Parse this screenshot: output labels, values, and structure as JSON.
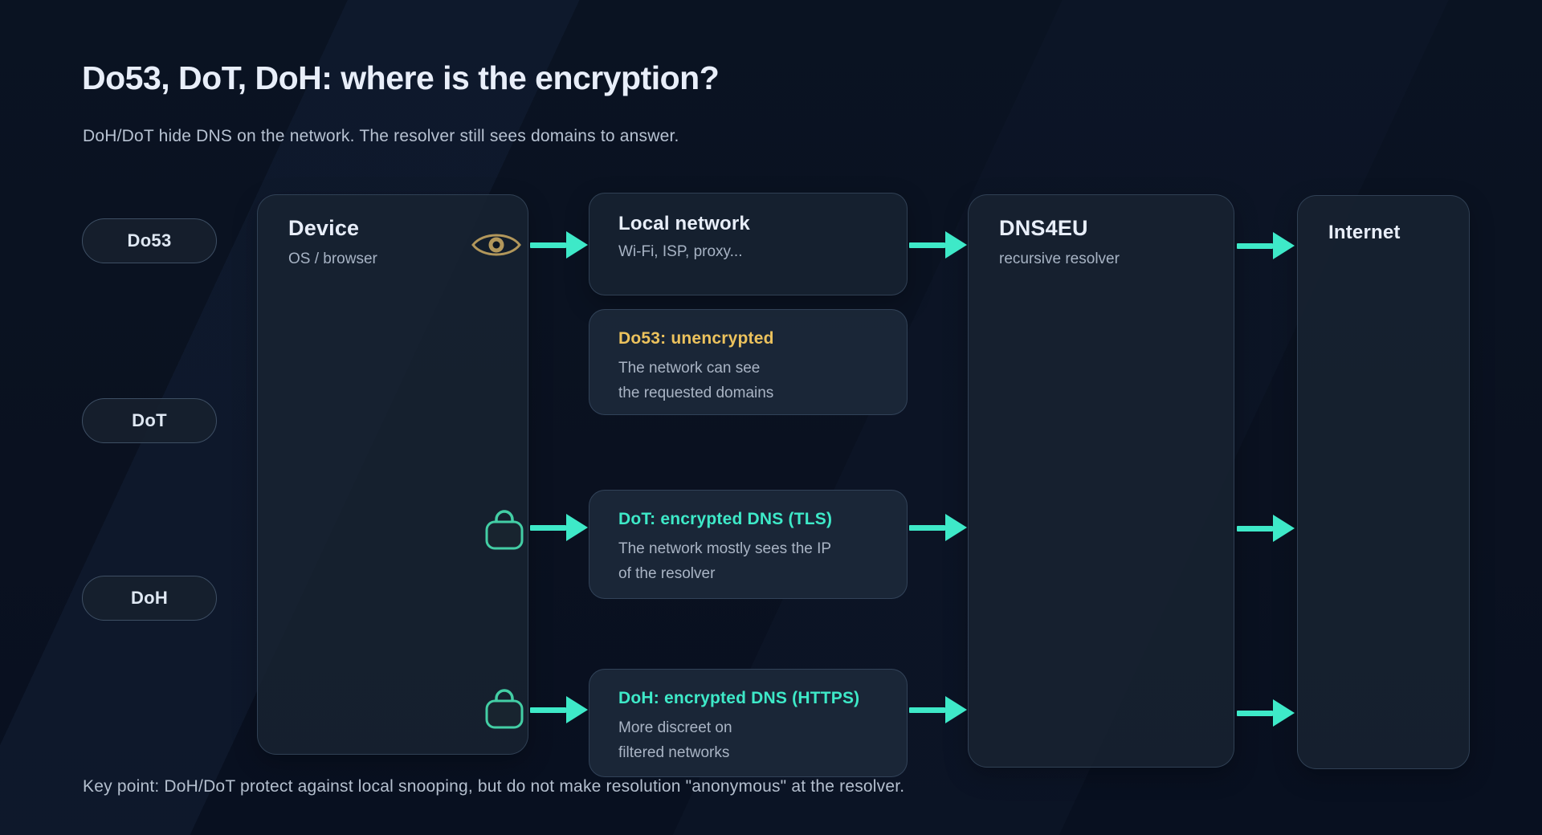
{
  "header": {
    "title": "Do53, DoT, DoH: where is the encryption?",
    "subtitle": "DoH/DoT hide DNS on the network. The resolver still sees domains to answer."
  },
  "legend_pills": [
    {
      "label": "Do53"
    },
    {
      "label": "DoT"
    },
    {
      "label": "DoH"
    }
  ],
  "nodes": {
    "device": {
      "title": "Device",
      "subtitle": "OS / browser"
    },
    "local_network": {
      "title": "Local network",
      "subtitle": "Wi-Fi, ISP, proxy..."
    },
    "resolver": {
      "title": "DNS4EU",
      "subtitle": "recursive resolver"
    },
    "internet": {
      "title": "Internet"
    }
  },
  "flow_cards": [
    {
      "title": "Do53: unencrypted",
      "line1": "The network can see",
      "line2": "the requested domains",
      "title_color": "#ECC25D"
    },
    {
      "title": "DoT: encrypted DNS (TLS)",
      "line1": "The network mostly sees the IP",
      "line2": "of the resolver",
      "title_color": "#3EE9C8"
    },
    {
      "title": "DoH: encrypted DNS (HTTPS)",
      "line1": "More discreet on",
      "line2": "filtered networks",
      "title_color": "#3EE9C8"
    }
  ],
  "footnote": "Key point: DoH/DoT protect against local snooping, but do not make resolution \"anonymous\" at the resolver.",
  "icons": {
    "eye": "eye-icon",
    "lock_dot": "lock-icon",
    "lock_doh": "lock-icon"
  },
  "colors": {
    "background": "#0A1120",
    "card": "#1D293A",
    "accent_teal": "#3EE9C8",
    "warning_gold": "#ECC25D",
    "eye_gold": "#B2975B",
    "lock_green": "#43CEA5",
    "border": "#33455C",
    "title_text": "#E8EEF9",
    "body_text": "#A9B4C4"
  }
}
